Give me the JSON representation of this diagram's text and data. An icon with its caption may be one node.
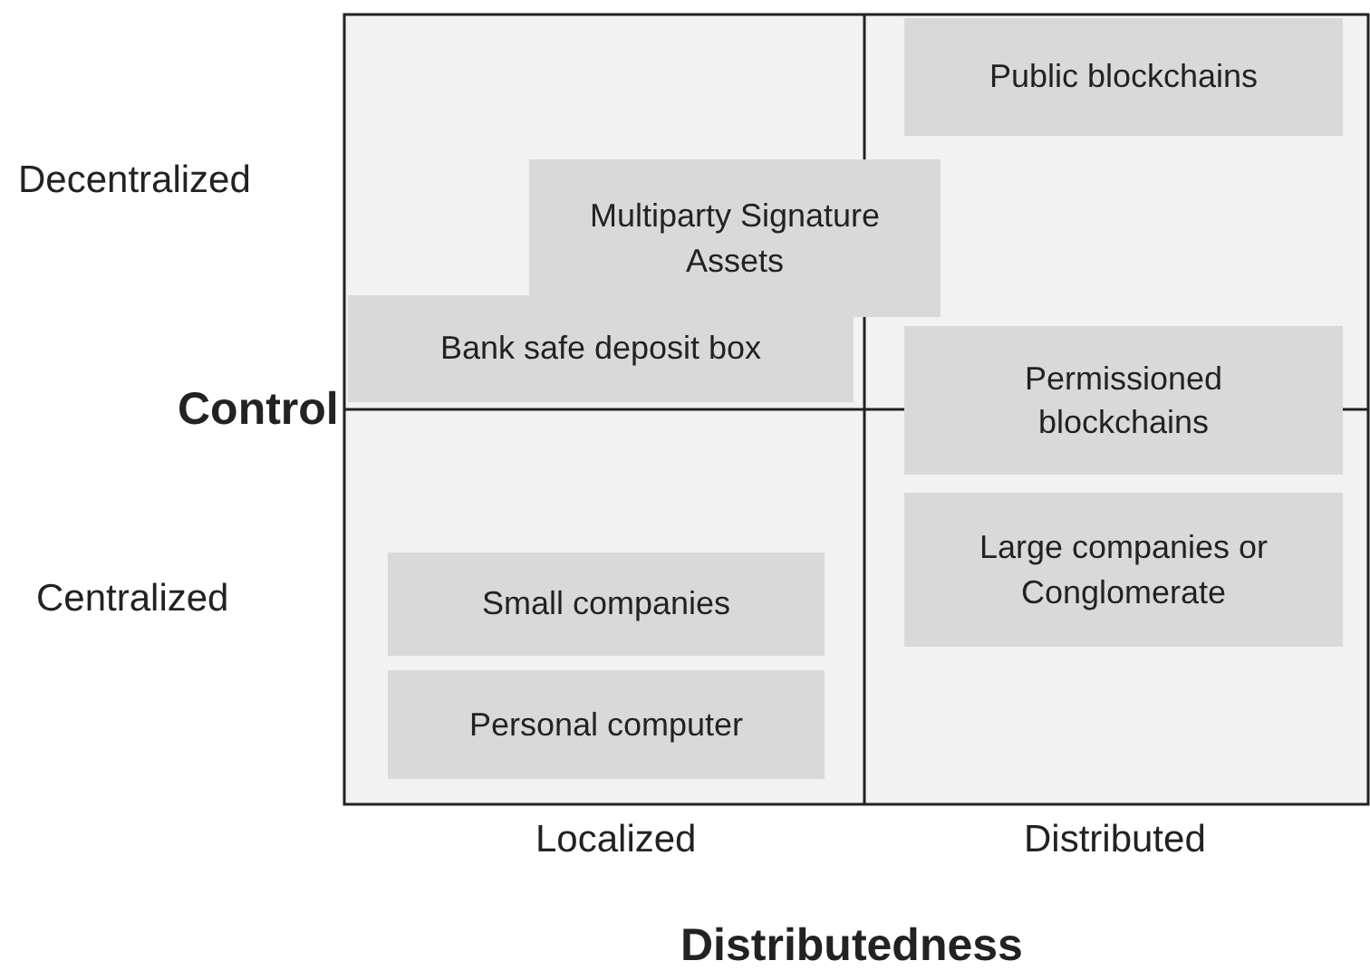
{
  "diagram": {
    "nodes": [
      {
        "text": [
          "Public blockchains"
        ]
      },
      {
        "text": [
          "Bank safe deposit box"
        ]
      },
      {
        "text": [
          "Multiparty Signature Assets"
        ]
      },
      {
        "text": [
          "Permissioned blockchains"
        ]
      },
      {
        "text": [
          "Large companies or Conglomerate"
        ]
      },
      {
        "text": [
          "Small companies"
        ]
      },
      {
        "text": [
          "Personal computer"
        ]
      }
    ],
    "labels": [
      "Decentralized",
      "Control",
      "Centralized",
      "Localized",
      "Distributed",
      "Distributedness"
    ]
  }
}
